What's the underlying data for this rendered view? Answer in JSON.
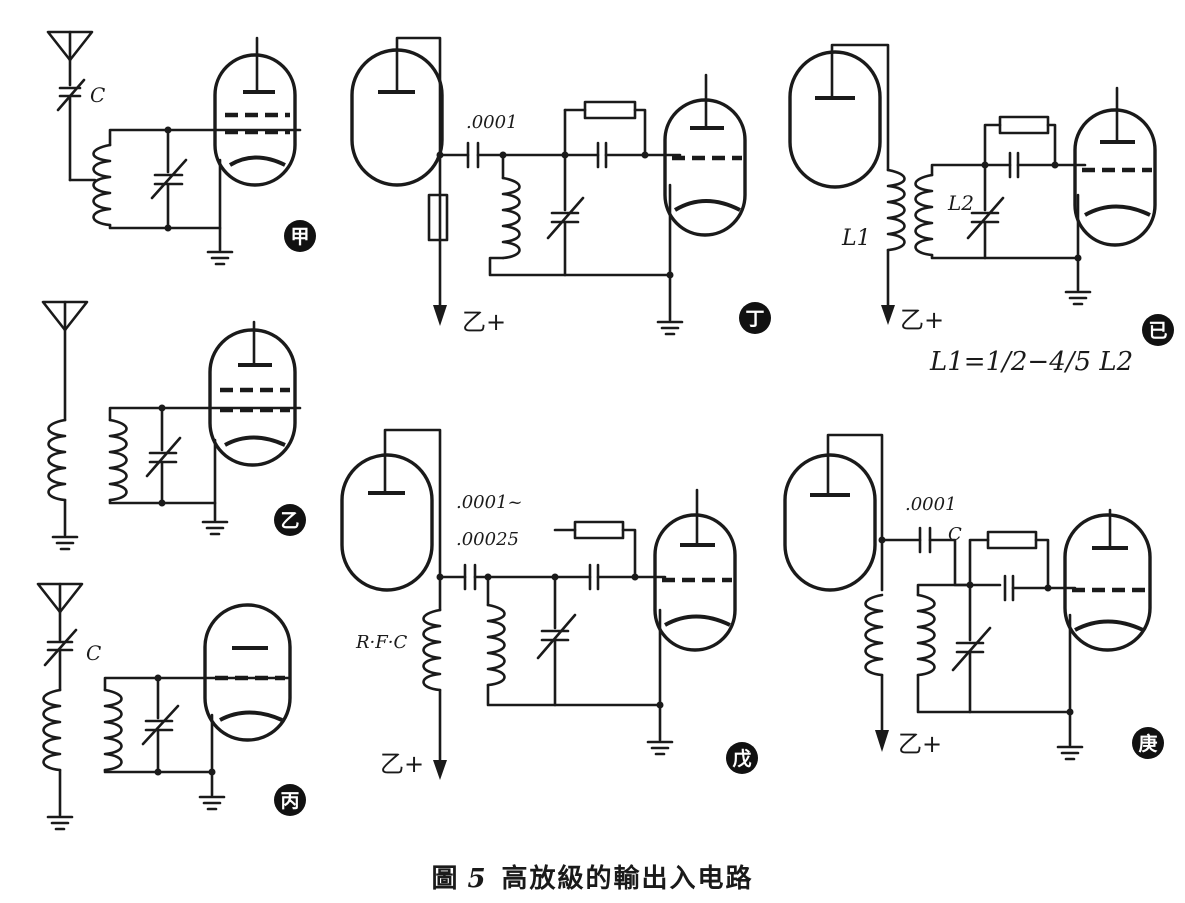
{
  "caption": {
    "figure_label": "圖",
    "figure_number": "5",
    "title": "高放級的輸出入电路"
  },
  "circuits": [
    {
      "id": "jia",
      "tag": "甲",
      "labels": [
        "C"
      ]
    },
    {
      "id": "yi",
      "tag": "乙",
      "labels": []
    },
    {
      "id": "bing",
      "tag": "丙",
      "labels": [
        "C"
      ]
    },
    {
      "id": "ding",
      "tag": "丁",
      "labels": [
        ".0001",
        "乙+"
      ]
    },
    {
      "id": "wu",
      "tag": "戊",
      "labels": [
        ".0001~",
        ".00025",
        "R·F·C",
        "乙+"
      ]
    },
    {
      "id": "ji",
      "tag": "已",
      "labels": [
        "L1",
        "L2",
        "乙+",
        "L1=1/2−4/5 L2"
      ]
    },
    {
      "id": "geng",
      "tag": "庚",
      "labels": [
        ".0001",
        "C",
        "乙+"
      ]
    }
  ]
}
